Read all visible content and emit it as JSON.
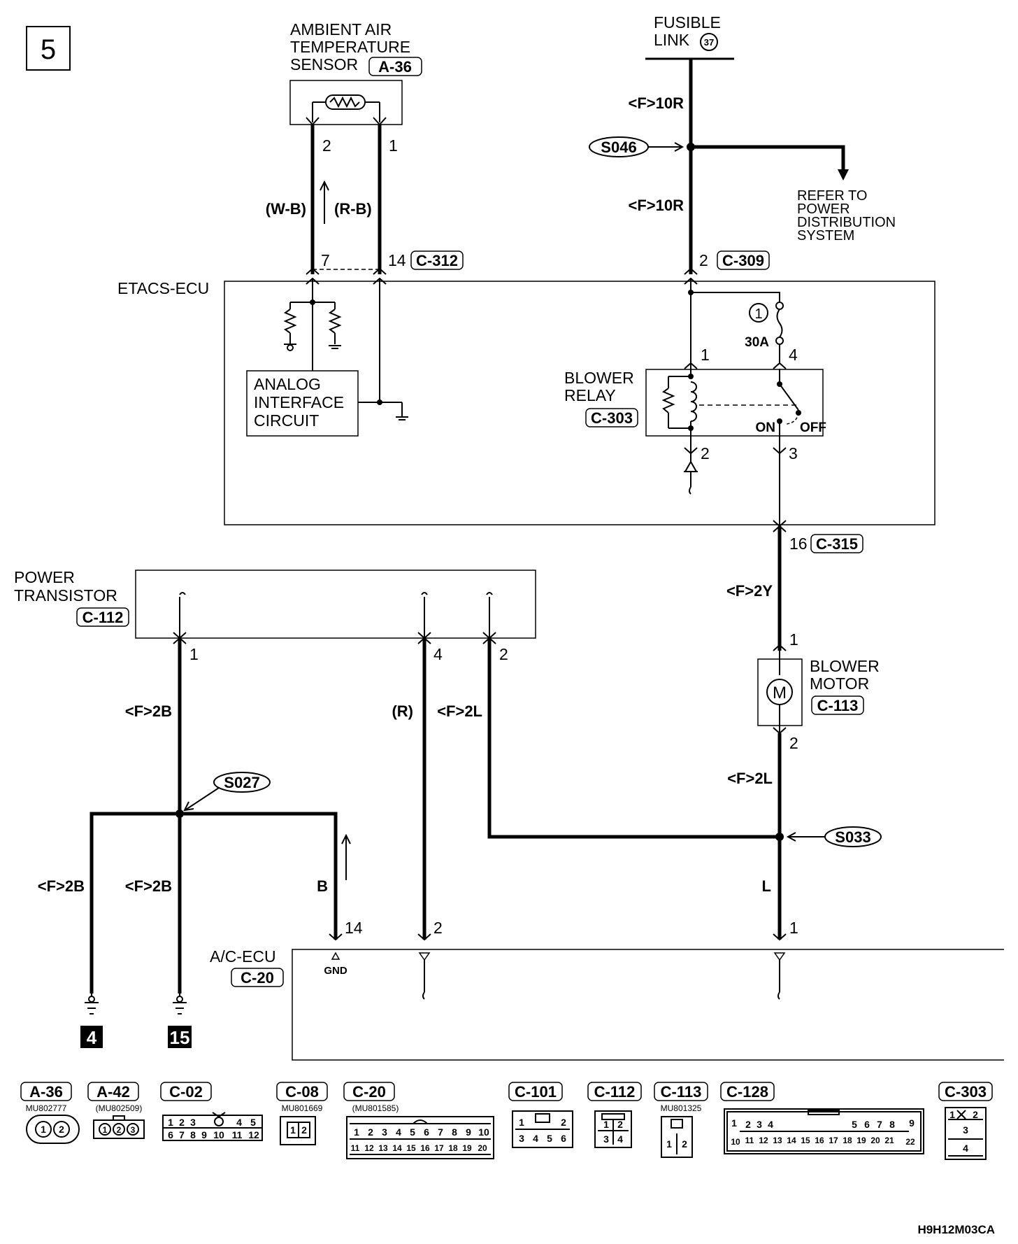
{
  "page_number": "5",
  "figure_code": "H9H12M03CA",
  "components": {
    "ambient_sensor": {
      "name_lines": [
        "AMBIENT AIR",
        "TEMPERATURE",
        "SENSOR"
      ],
      "connector": "A-36"
    },
    "fusible_link": {
      "name_lines": [
        "FUSIBLE",
        "LINK"
      ],
      "number": "37"
    },
    "etacs_ecu": {
      "name": "ETACS-ECU"
    },
    "analog_interface": {
      "name_lines": [
        "ANALOG",
        "INTERFACE",
        "CIRCUIT"
      ]
    },
    "blower_relay": {
      "name_lines": [
        "BLOWER",
        "RELAY"
      ],
      "connector": "C-303",
      "fuse_number": "1",
      "fuse_rating": "30A",
      "switch_on": "ON",
      "switch_off": "OFF"
    },
    "power_transistor": {
      "name_lines": [
        "POWER",
        "TRANSISTOR"
      ],
      "connector": "C-112"
    },
    "blower_motor": {
      "name_lines": [
        "BLOWER",
        "MOTOR"
      ],
      "connector": "C-113",
      "symbol": "M"
    },
    "ac_ecu": {
      "name": "A/C-ECU",
      "connector": "C-20",
      "gnd_label": "GND"
    }
  },
  "refer_note": [
    "REFER TO",
    "POWER",
    "DISTRIBUTION",
    "SYSTEM"
  ],
  "wires": {
    "w_b": "(W-B)",
    "r_b": "(R-B)",
    "f10r_top": "<F>10R",
    "f10r_bottom": "<F>10R",
    "f2y": "<F>2Y",
    "f2l_motor": "<F>2L",
    "l": "L",
    "f2b_top": "<F>2B",
    "f2b_left": "<F>2B",
    "f2b_mid": "<F>2B",
    "b": "B",
    "r": "(R)",
    "f2l_pt": "<F>2L"
  },
  "splices": {
    "s046": "S046",
    "s027": "S027",
    "s033": "S033"
  },
  "pins": {
    "sensor_2": "2",
    "sensor_1": "1",
    "etacs_7": "7",
    "etacs_14": "14",
    "etacs_14_conn": "C-312",
    "etacs_2": "2",
    "etacs_2_conn": "C-309",
    "relay_1": "1",
    "relay_4": "4",
    "relay_2": "2",
    "relay_3": "3",
    "etacs_16": "16",
    "etacs_16_conn": "C-315",
    "motor_1": "1",
    "motor_2": "2",
    "pt_1": "1",
    "pt_4": "4",
    "pt_2": "2",
    "ac_14": "14",
    "ac_2": "2",
    "ac_1": "1"
  },
  "grounds": {
    "g4": "4",
    "g15": "15"
  },
  "connector_legend": [
    {
      "id": "A-36",
      "part": "MU802777",
      "pins": [
        "1",
        "2"
      ]
    },
    {
      "id": "A-42",
      "part": "(MU802509)",
      "pins": [
        "1",
        "2",
        "3"
      ]
    },
    {
      "id": "C-02",
      "part": "",
      "pins": [
        "1",
        "2",
        "3",
        "4",
        "5",
        "6",
        "7",
        "8",
        "9",
        "10",
        "11",
        "12"
      ]
    },
    {
      "id": "C-08",
      "part": "MU801669",
      "pins": [
        "1",
        "2"
      ]
    },
    {
      "id": "C-20",
      "part": "(MU801585)",
      "pins": [
        "1",
        "2",
        "3",
        "4",
        "5",
        "6",
        "7",
        "8",
        "9",
        "10",
        "11",
        "12",
        "13",
        "14",
        "15",
        "16",
        "17",
        "18",
        "19",
        "20"
      ]
    },
    {
      "id": "C-101",
      "part": "",
      "pins": [
        "1",
        "2",
        "3",
        "4",
        "5",
        "6"
      ]
    },
    {
      "id": "C-112",
      "part": "",
      "pins": [
        "1",
        "2",
        "3",
        "4"
      ]
    },
    {
      "id": "C-113",
      "part": "MU801325",
      "pins": [
        "1",
        "2"
      ]
    },
    {
      "id": "C-128",
      "part": "",
      "pins": [
        "1",
        "2",
        "3",
        "4",
        "5",
        "6",
        "7",
        "8",
        "9",
        "10",
        "11",
        "12",
        "13",
        "14",
        "15",
        "16",
        "17",
        "18",
        "19",
        "20",
        "21",
        "22"
      ]
    },
    {
      "id": "C-303",
      "part": "",
      "pins": [
        "1",
        "2",
        "3",
        "4"
      ]
    }
  ]
}
